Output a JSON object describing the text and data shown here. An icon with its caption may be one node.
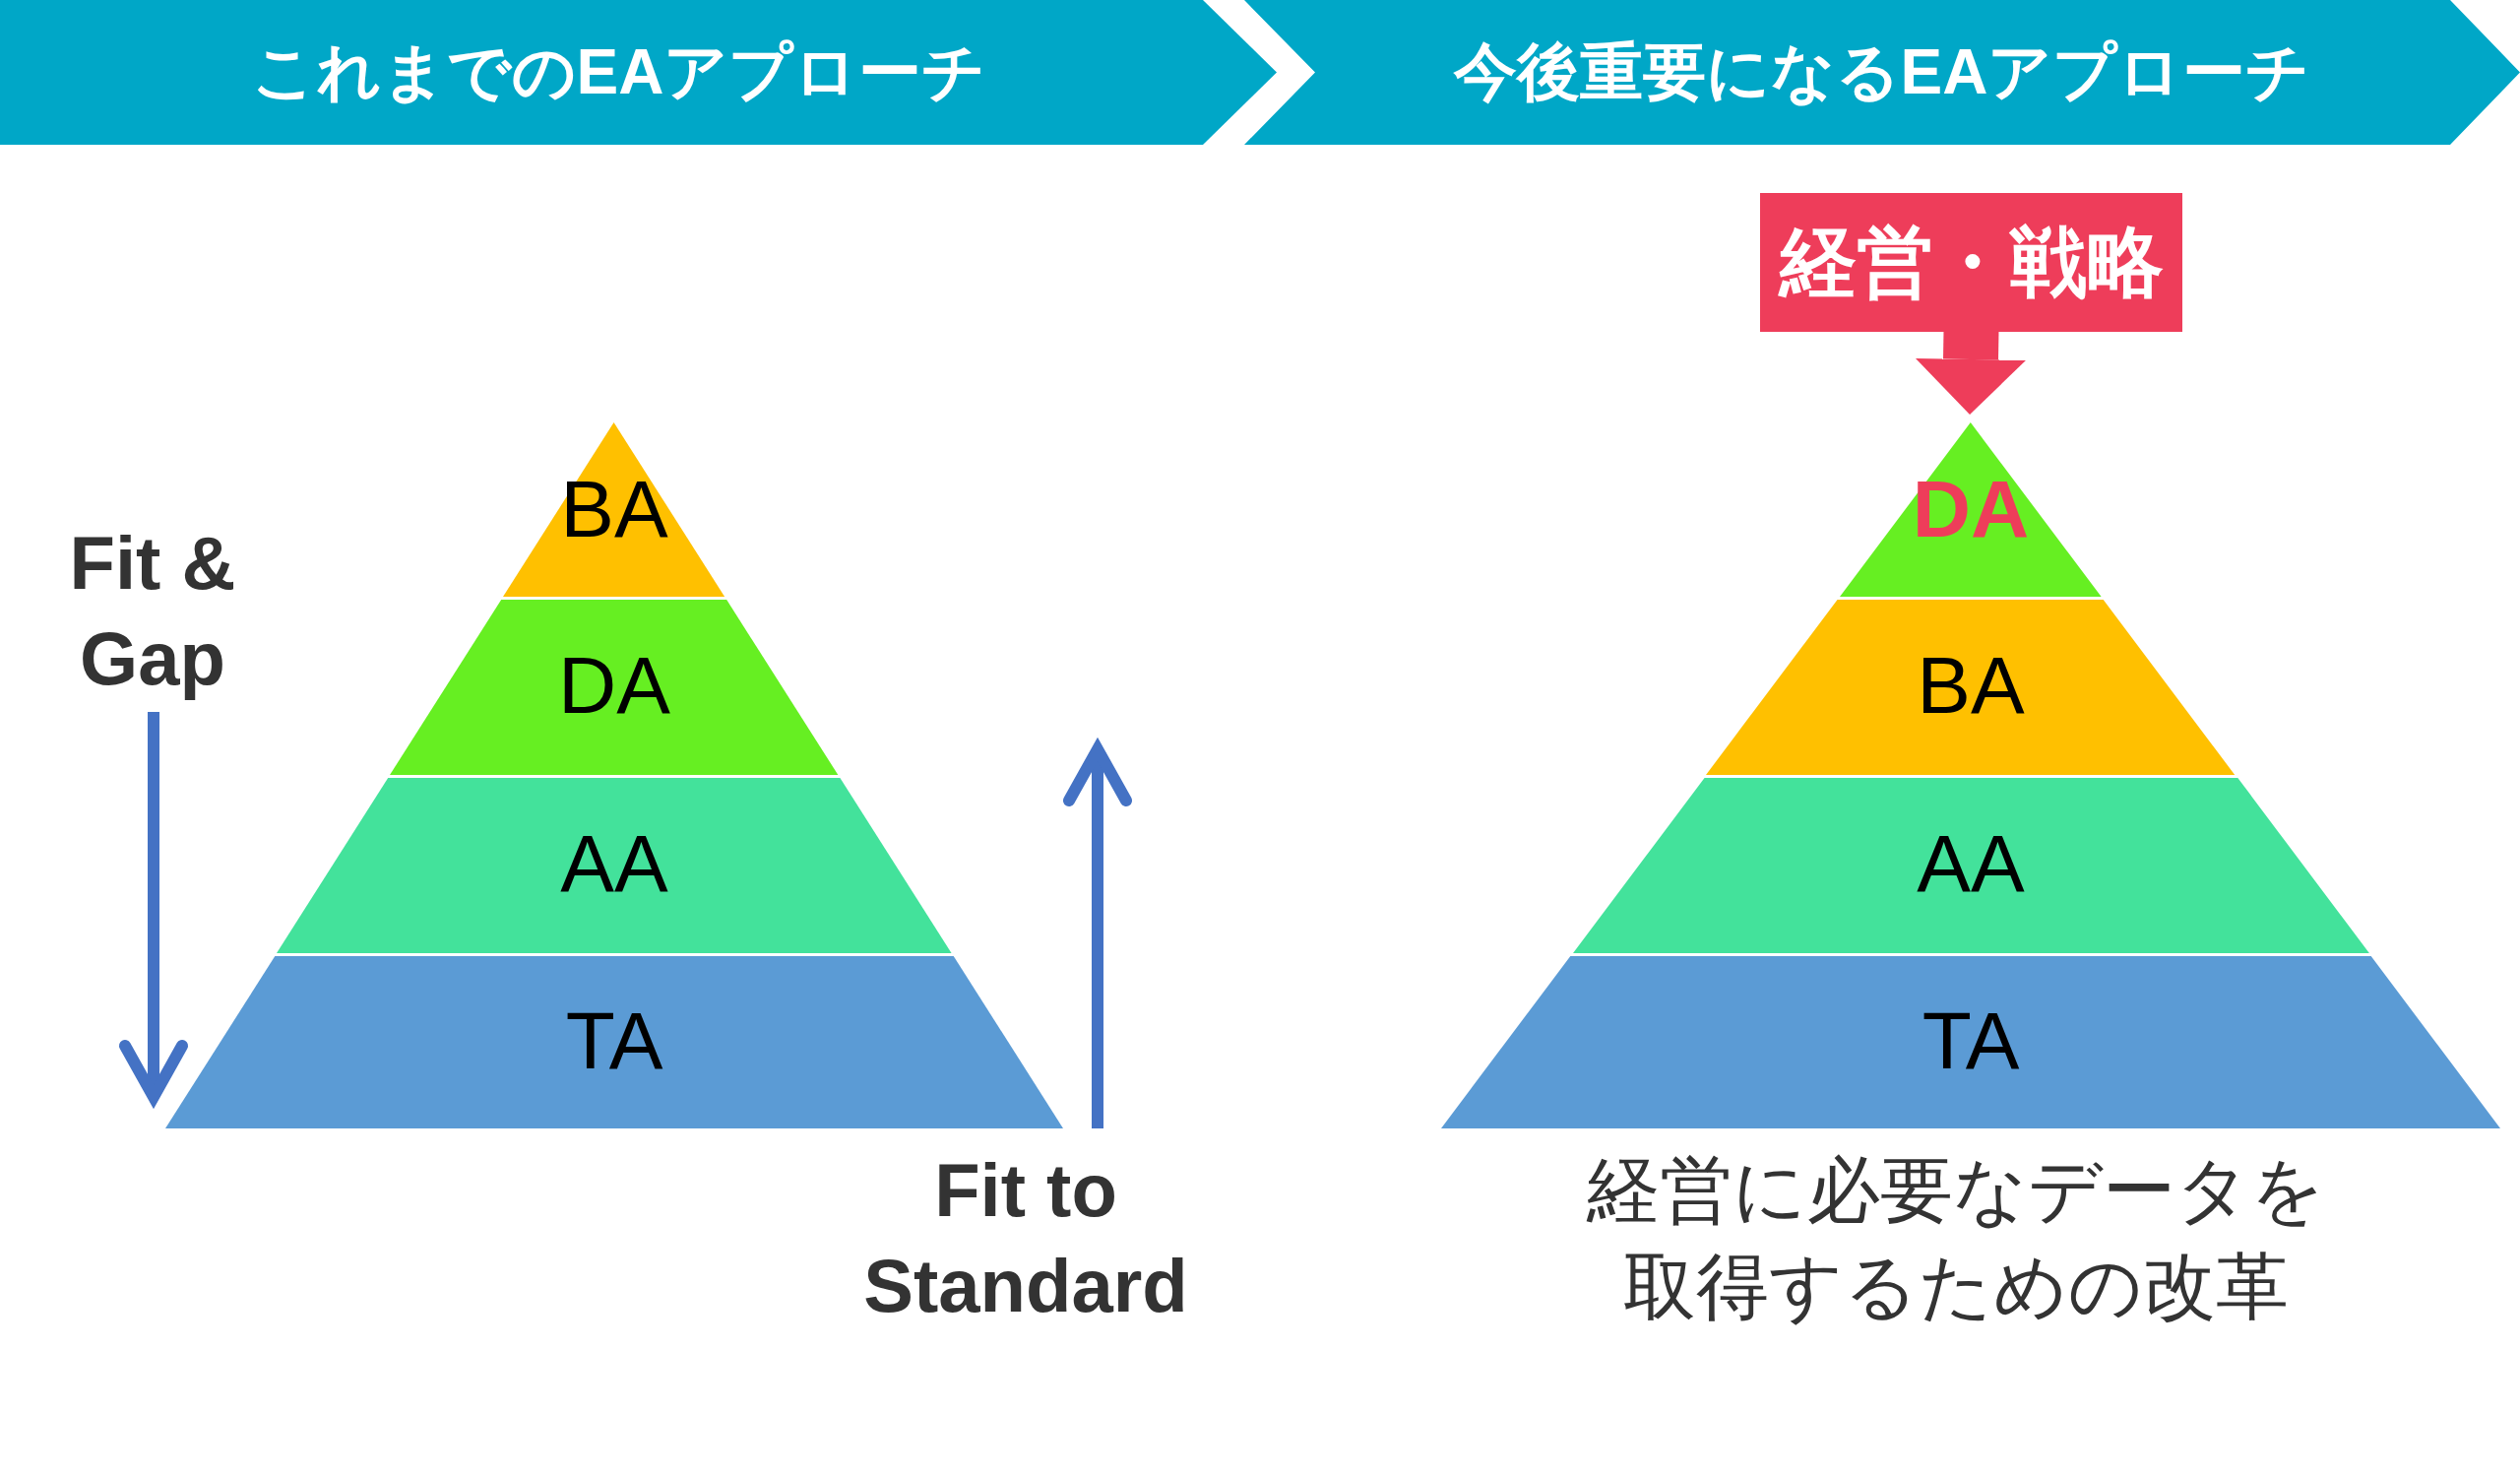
{
  "diagram": {
    "nodes": [
      {
        "text": [
          "これまでのEAアプローチ"
        ]
      },
      {
        "text": [
          "今後重要になるEAアプローチ"
        ]
      },
      {
        "text": [
          "BA"
        ]
      },
      {
        "text": [
          "DA"
        ]
      },
      {
        "text": [
          "AA"
        ]
      },
      {
        "text": [
          "TA"
        ]
      },
      {
        "text": [
          "経営・戦略"
        ]
      },
      {
        "text": [
          "DA"
        ]
      },
      {
        "text": [
          "BA"
        ]
      },
      {
        "text": [
          "AA"
        ]
      },
      {
        "text": [
          "TA"
        ]
      }
    ],
    "edges": [
      {
        "from": 6,
        "to": 7,
        "arrow": "to"
      }
    ],
    "labels": [
      "Fit & Gap",
      "Fit to Standard",
      "経営に必要なデータを取得するための改革"
    ]
  }
}
